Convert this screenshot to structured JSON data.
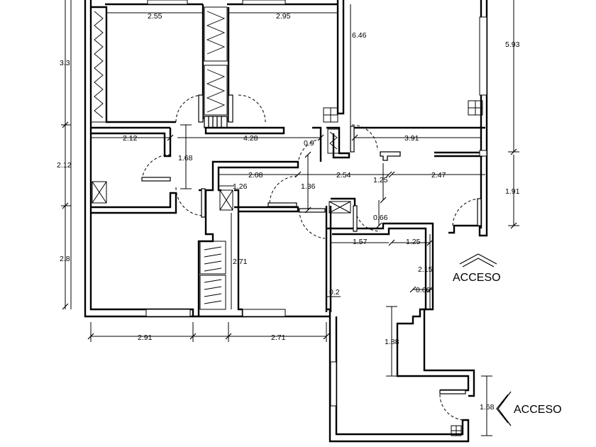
{
  "access_labels": [
    "ACCESO",
    "ACCESO"
  ],
  "dimensions": {
    "d_2_55": "2.55",
    "d_2_95": "2.95",
    "d_6_46": "6.46",
    "d_5_93": "5.93",
    "d_3_3": "3.3",
    "d_2_12_h": "2.12",
    "d_4_28": "4.28",
    "d_0_9": "0.9",
    "d_3_91": "3.91",
    "d_1_68_a": "1.68",
    "d_2_12_v": "2.12",
    "d_2_08": "2.08",
    "d_2_54": "2.54",
    "d_1_25_a": "1.25",
    "d_2_47": "2.47",
    "d_1_26": "1.26",
    "d_1_36": "1.36",
    "d_1_91": "1.91",
    "d_0_66_a": "0.66",
    "d_2_8": "2.8",
    "d_1_57": "1.57",
    "d_1_25_b": "1.25",
    "d_2_71_v": "2.71",
    "d_2_15": "2.15",
    "d_0_66_b": "0.66",
    "d_0_2": "0.2",
    "d_1_88": "1.88",
    "d_2_91": "2.91",
    "d_2_71_h": "2.71",
    "d_1_68_b": "1.68"
  }
}
